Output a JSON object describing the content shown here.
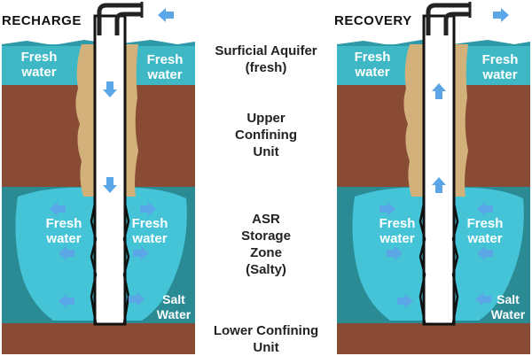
{
  "panels": {
    "left": {
      "title": "RECHARGE"
    },
    "right": {
      "title": "RECOVERY"
    }
  },
  "layers": {
    "surficial": "Surficial Aquifer\n(fresh)",
    "upper": "Upper\nConfining\nUnit",
    "storage": "ASR\nStorage\nZone\n(Salty)",
    "lower": "Lower Confining\nUnit"
  },
  "zone_labels": {
    "fresh_water": "Fresh\nwater",
    "salt_water": "Salt\nWater"
  },
  "colors": {
    "surficial_water": "#3fb8c6",
    "confining_unit": "#8a4b35",
    "storage_salty": "#2b8b95",
    "fresh_bubble": "#44c4d6",
    "sand": "#d2b27a",
    "arrow": "#5aa6e6"
  },
  "flow": {
    "recharge_direction": "down-and-out",
    "recovery_direction": "in-and-up"
  }
}
